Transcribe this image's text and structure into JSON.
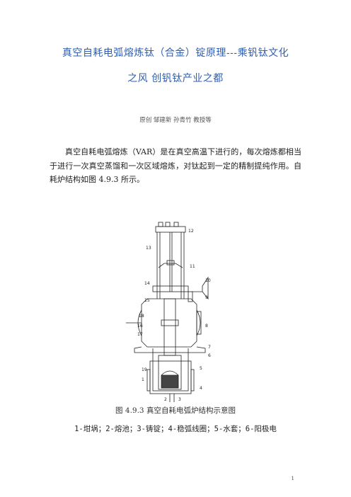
{
  "document": {
    "title_line1": "真空自耗电弧熔炼钛（合金）锭原理---乘钒钛文化",
    "title_line2": "之风 创钒钛产业之都",
    "authors": "原创 邹建新 孙青竹 教授等",
    "paragraph": "真空自耗电弧熔炼（VAR）是在真空高温下进行的，每次熔炼都相当于进行一次真空蒸馏和一次区域熔炼，对钛起到一定的精制提纯作用。自耗炉结构如图 4.9.3 所示。",
    "figure_caption": "图 4.9.3  真空自耗电弧炉结构示意图",
    "figure_legend": "1-坩埚；2-熔池；3-铸锭；4-稳弧线圈；5-水套；6-阳极电",
    "page_number": "1",
    "figure_labels": [
      "12",
      "13",
      "11",
      "14",
      "10",
      "9",
      "15",
      "18",
      "8",
      "16",
      "17",
      "7",
      "6",
      "5",
      "19",
      "1",
      "4",
      "2",
      "3"
    ]
  }
}
